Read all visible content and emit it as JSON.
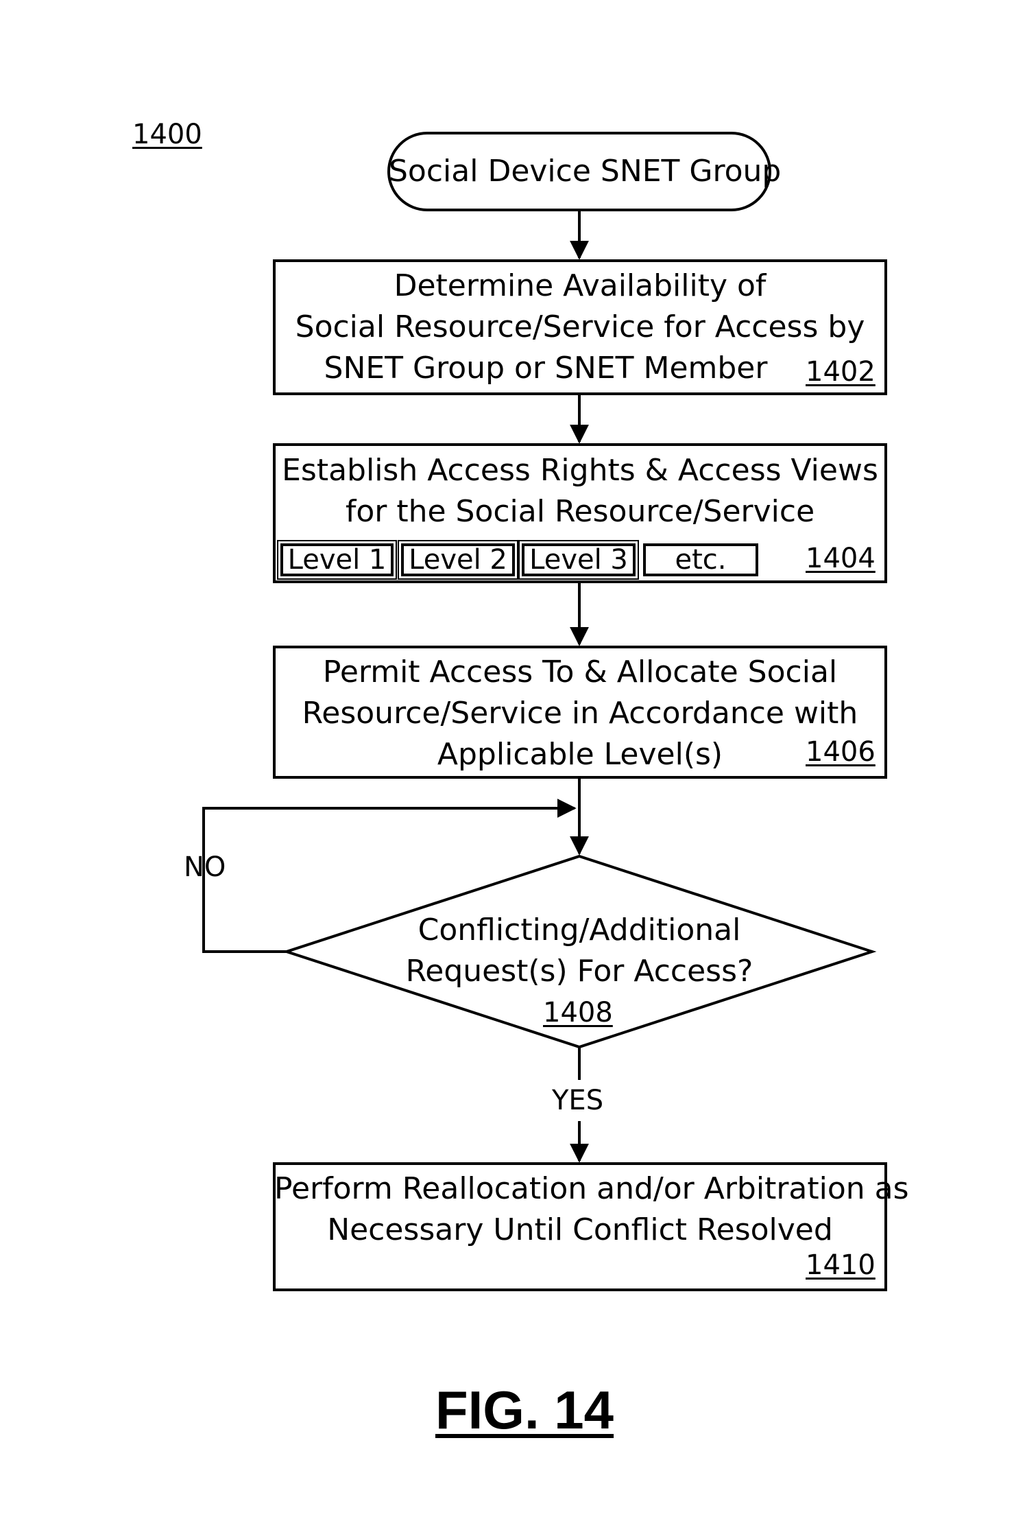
{
  "figure": {
    "ref": "1400",
    "caption": "FIG. 14"
  },
  "start": {
    "label": "Social Device SNET Group"
  },
  "steps": [
    {
      "lines": [
        "Determine Availability of",
        "Social Resource/Service for Access by",
        "SNET Group or SNET Member"
      ],
      "ref": "1402"
    },
    {
      "lines": [
        "Establish Access Rights & Access Views",
        "for the Social Resource/Service"
      ],
      "levels": [
        "Level 1",
        "Level 2",
        "Level 3",
        "etc."
      ],
      "ref": "1404"
    },
    {
      "lines": [
        "Permit Access To & Allocate Social",
        "Resource/Service in Accordance with",
        "Applicable Level(s)"
      ],
      "ref": "1406"
    }
  ],
  "decision": {
    "lines": [
      "Conflicting/Additional",
      "Request(s) For Access?"
    ],
    "ref": "1408",
    "no_label": "NO",
    "yes_label": "YES"
  },
  "final_step": {
    "lines": [
      "Perform Reallocation and/or Arbitration as",
      "Necessary Until Conflict Resolved"
    ],
    "ref": "1410"
  }
}
